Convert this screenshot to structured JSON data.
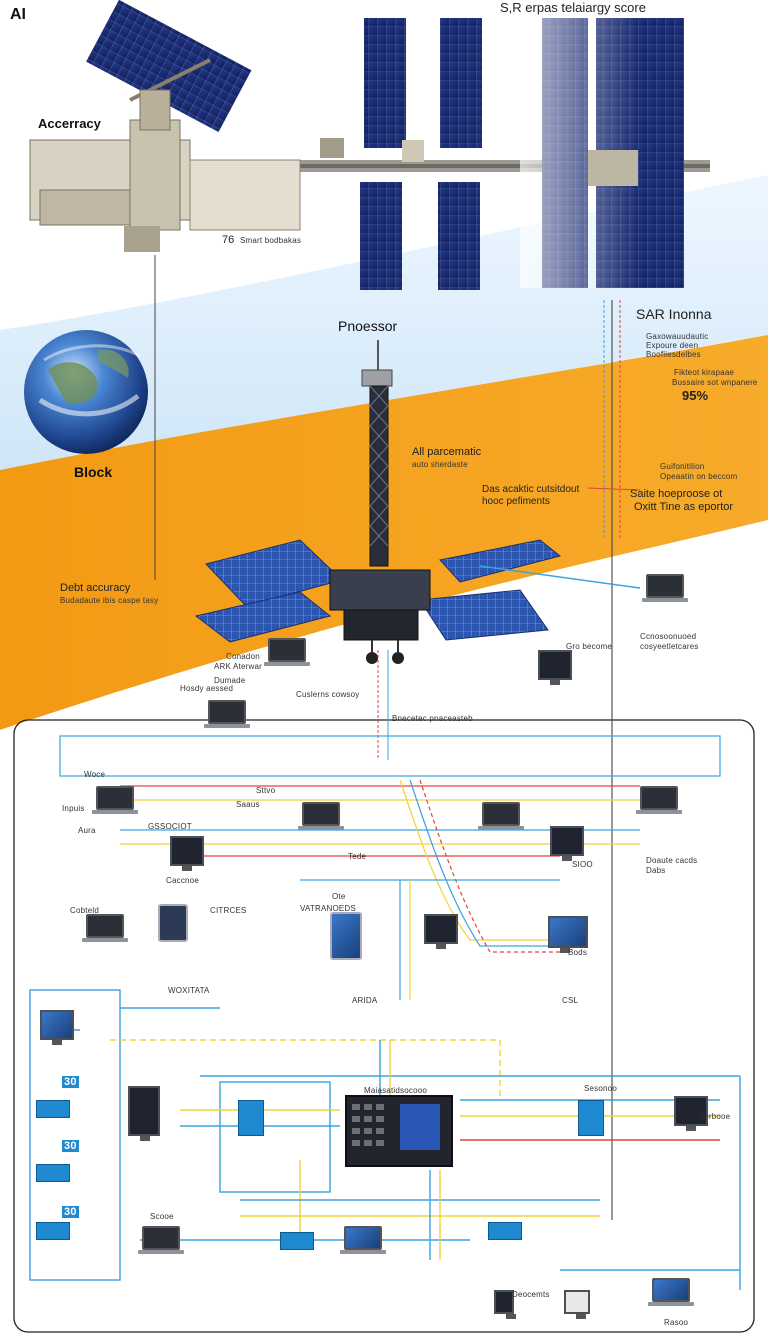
{
  "header": {
    "logo_text": "AI",
    "title": "S,R erpas telaiargy score"
  },
  "labels": {
    "accuracy": "Accerracy",
    "processor": "Pnoessor",
    "block": "Block",
    "sar": "SAR Inonna",
    "percent": "95%",
    "dest_accuracy": "Debt accuracy",
    "ai_param": "All parcematic",
    "ai_param_sub": "auto sherdaste",
    "ops_a": "Das acaktic cutsitdout",
    "ops_b": "hooc pefiments",
    "orbit_a": "Saite hoeproose ot",
    "orbit_b": "Oxitt Tine as eportor",
    "small_76": "76",
    "smart_tech": "Smart bodbakas",
    "sar_sub1": "Gaxowauudautic",
    "sar_sub2": "Expoure deen",
    "sar_sub3": "Boofiiesdelbes",
    "ref_a": "Fikteot kirapaae",
    "ref_b": "Bussaire sot wnpanere",
    "ref_c": "Guifonitilion",
    "ref_d": "Opeaatin on beccom",
    "dest_sub": "Budadaute ibis caspe tasy",
    "laptop_a": "Conadon",
    "laptop_a2": "ARK Aterwar",
    "laptop_b": "Dumade",
    "laptop_c": "Hosdy aessed",
    "laptop_d": "Cuslerns cowsoy",
    "terminal": "Gro become",
    "bus_processor": "Bnecetec pnaceasteb",
    "node_conn": "Ccnosoonuoed",
    "node_conn2": "cosyeetletcares",
    "wode": "Woce",
    "inputs": "Inpuis",
    "aura": "Aura",
    "gsociot": "GSSOCIOT",
    "strvo": "Sttvo",
    "sqaus": "Saaus",
    "tade": "Tede",
    "cacd": "Caccnoe",
    "sio": "SIOO",
    "data_node": "Doaute cacds",
    "data_node2": "Dabs",
    "conteld": "Cobteld",
    "citrces": "CITRCES",
    "ote": "Ote",
    "vatranoeds": "VATRANOEDS",
    "beds": "Bods",
    "lower_a": "WOXITATA",
    "lower_b": "ARIDA",
    "lower_c": "CSL",
    "lower_d": "Sesonoo",
    "lower_e": "Terbooe",
    "core_title": "Maiasatidsocooo",
    "bottom_a": "Scooe",
    "bottom_b": "Deocemts",
    "bottom_c": "Rasoo",
    "ids": [
      "30",
      "30",
      "30"
    ]
  },
  "colors": {
    "orange": "#f5a21a",
    "sky": "#d8ecfa",
    "panel": "#1c2e6e",
    "line_blue": "#3aa3e0",
    "line_yellow": "#f2d23b",
    "line_red": "#e0453a"
  }
}
